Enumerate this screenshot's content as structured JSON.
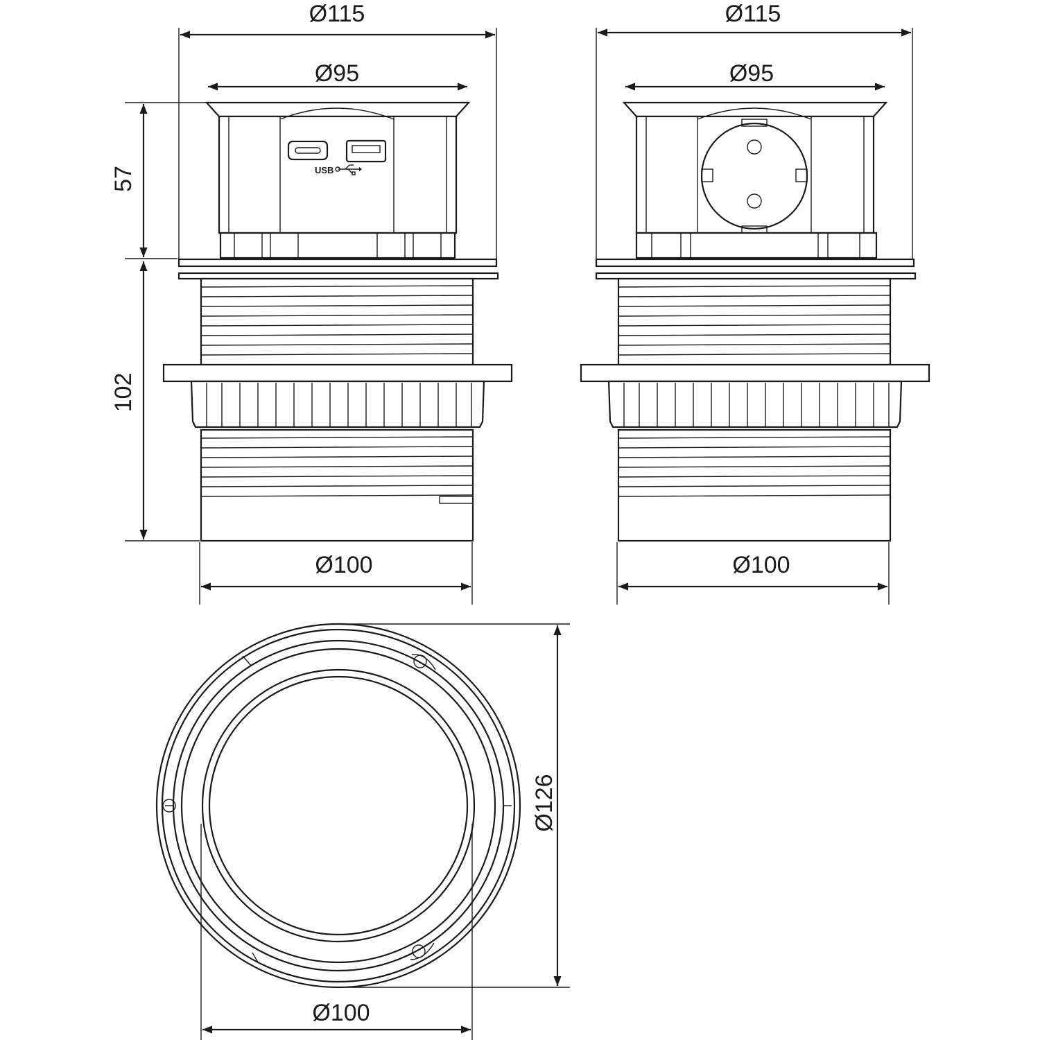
{
  "dimensions": {
    "left_top_outer": "Ø115",
    "left_top_inner": "Ø95",
    "left_height_upper": "57",
    "left_height_lower": "102",
    "left_bottom": "Ø100",
    "right_top_outer": "Ø115",
    "right_top_inner": "Ø95",
    "right_bottom": "Ø100",
    "plan_diameter": "Ø126",
    "plan_bottom": "Ø100"
  },
  "labels": {
    "usb": "USB"
  },
  "colors": {
    "line": "#1a1a1a",
    "background": "#ffffff"
  }
}
